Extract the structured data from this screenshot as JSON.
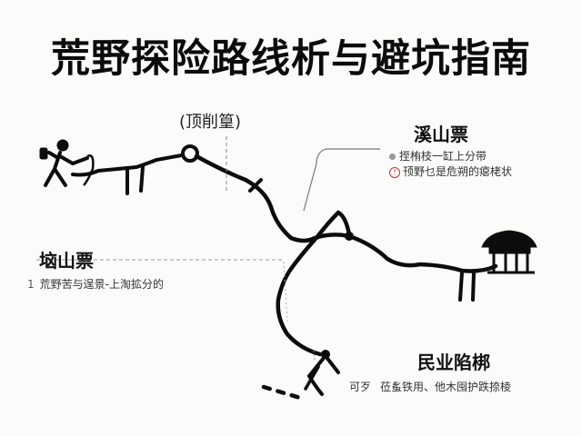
{
  "title": "荒野探险路线析与避坑指南",
  "peak": {
    "label": "(顶削篁)"
  },
  "deep_mountain": {
    "title": "溪山票",
    "items": [
      {
        "icon": "gray-dot-icon",
        "text": "挃栯枝一缸上分带"
      },
      {
        "icon": "warning-icon",
        "text": "顸野乜是危朔的瘪栳状"
      }
    ]
  },
  "slope": {
    "title": "垴山票",
    "lead": "1",
    "text": "荒野苦与逞景-上淘拡分的"
  },
  "village": {
    "title": "民业陷梆",
    "prefix": "可歹",
    "text": "莅蚃铁用、他木囤护跌捺棱"
  },
  "colors": {
    "ink": "#0c0c0c",
    "warning": "#c63030",
    "marker": "#999999"
  }
}
